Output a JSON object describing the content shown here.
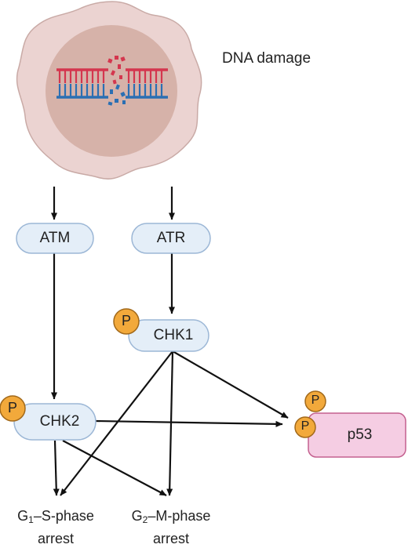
{
  "labels": {
    "dna_damage": "DNA damage",
    "atm": "ATM",
    "atr": "ATR",
    "chk1": "CHK1",
    "chk2": "CHK2",
    "p53": "p53",
    "phospho": "P"
  },
  "outcomes": {
    "g1": {
      "prefix": "G",
      "sub": "1",
      "suffix": "–S-phase",
      "line2": "arrest"
    },
    "g2": {
      "prefix": "G",
      "sub": "2",
      "suffix": "–M-phase",
      "line2": "arrest"
    }
  },
  "colors": {
    "cell_outer": "#EBD3D1",
    "cell_outline": "#C9AAA6",
    "nucleus": "#D6B2A9",
    "dna_red": "#D4364E",
    "dna_blue": "#2B6FB3",
    "node_fill": "#E4EEF8",
    "node_stroke": "#9CB7D6",
    "p53_fill": "#F5CDE3",
    "p53_stroke": "#C4608F",
    "phospho_fill": "#F2A93B",
    "phospho_stroke": "#A2691A",
    "arrow": "#111111"
  }
}
